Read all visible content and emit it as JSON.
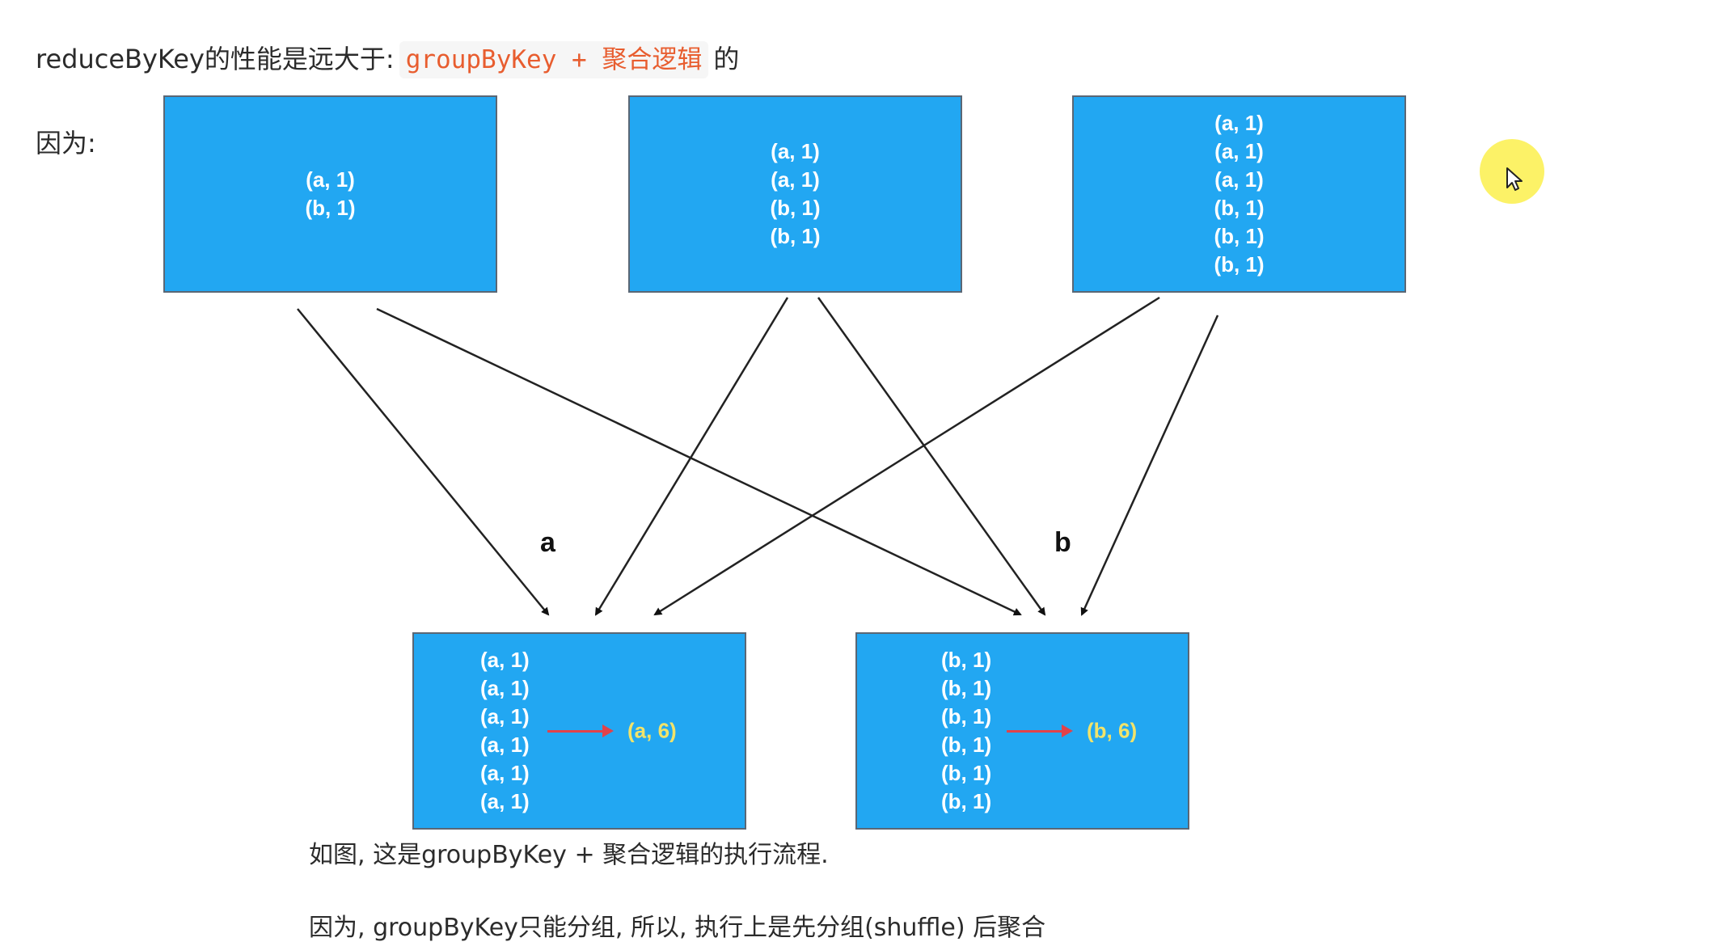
{
  "heading": {
    "prefix": "reduceByKey的性能是远大于:",
    "code": "groupByKey  +  聚合逻辑",
    "suffix": "的"
  },
  "because_label": "因为:",
  "source_boxes": [
    {
      "lines": [
        "(a, 1)",
        "(b, 1)"
      ]
    },
    {
      "lines": [
        "(a, 1)",
        "(a, 1)",
        "(b, 1)",
        "(b, 1)"
      ]
    },
    {
      "lines": [
        "(a, 1)",
        "(a, 1)",
        "(a, 1)",
        "(b, 1)",
        "(b, 1)",
        "(b, 1)"
      ]
    }
  ],
  "group_labels": {
    "a": "a",
    "b": "b"
  },
  "target_boxes": [
    {
      "lines": [
        "(a, 1)",
        "(a, 1)",
        "(a, 1)",
        "(a, 1)",
        "(a, 1)",
        "(a, 1)"
      ],
      "result": "(a, 6)"
    },
    {
      "lines": [
        "(b, 1)",
        "(b, 1)",
        "(b, 1)",
        "(b, 1)",
        "(b, 1)",
        "(b, 1)"
      ],
      "result": "(b, 6)"
    }
  ],
  "paragraphs": {
    "p1": "如图, 这是groupByKey + 聚合逻辑的执行流程.",
    "p2": "因为, groupByKey只能分组, 所以, 执行上是先分组(shuffle) 后聚合"
  },
  "colors": {
    "box": "#22a7f2",
    "code_text": "#e85d2f",
    "result_text": "#f2e36a",
    "arrow_red": "#e2424a"
  },
  "icons": {
    "cursor": "mouse-pointer-icon"
  }
}
